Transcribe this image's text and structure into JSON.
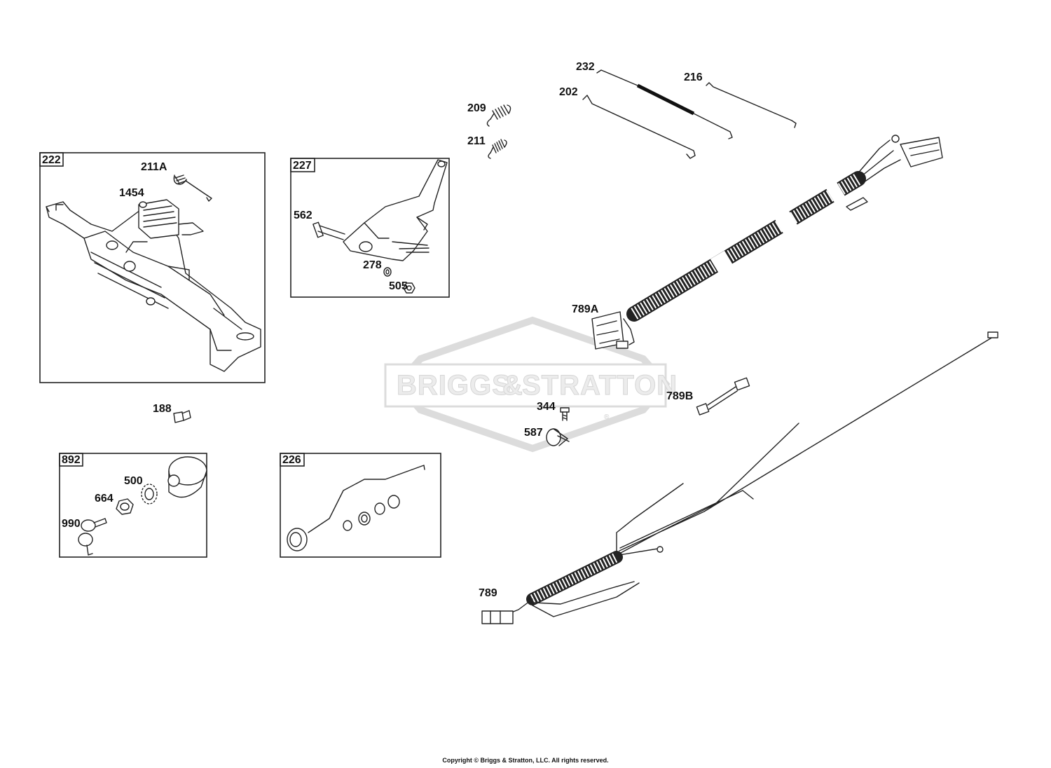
{
  "watermark": {
    "brand_left": "BRIGGS",
    "brand_amp": "&",
    "brand_right": "STRATTON",
    "registered": "®"
  },
  "boxes": {
    "b222": "222",
    "b227": "227",
    "b892": "892",
    "b226": "226"
  },
  "labels": {
    "p232": "232",
    "p216": "216",
    "p202": "202",
    "p209": "209",
    "p211": "211",
    "p211A": "211A",
    "p1454": "1454",
    "p562": "562",
    "p278": "278",
    "p505": "505",
    "p789A": "789A",
    "p188": "188",
    "p789B": "789B",
    "p344": "344",
    "p587": "587",
    "p500": "500",
    "p664": "664",
    "p990": "990",
    "p789": "789"
  },
  "footer": {
    "copyright": "Copyright © Briggs & Stratton, LLC. All rights reserved."
  }
}
